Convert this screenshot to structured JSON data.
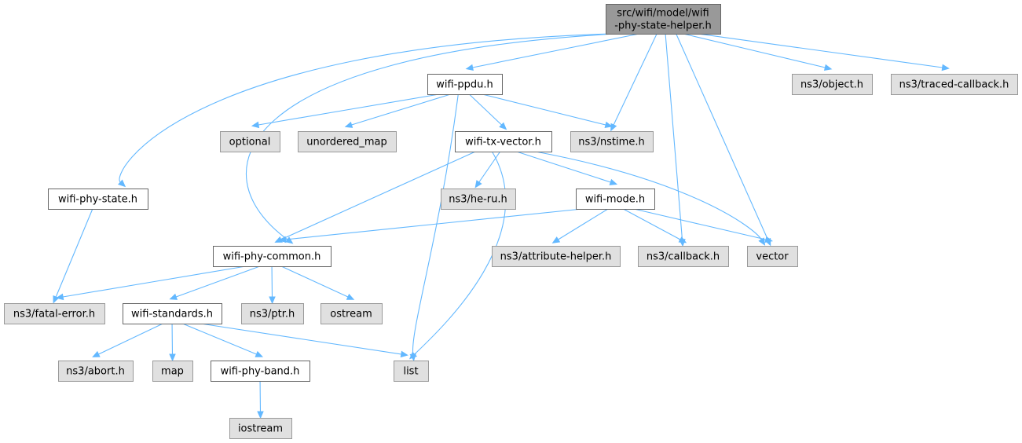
{
  "diagram": {
    "nodes": [
      {
        "id": "root",
        "style": "root",
        "lines": [
          "src/wifi/model/wifi",
          "-phy-state-helper.h"
        ]
      },
      {
        "id": "wifi-ppdu",
        "style": "local",
        "lines": [
          "wifi-ppdu.h"
        ]
      },
      {
        "id": "ns3-object",
        "style": "ext",
        "lines": [
          "ns3/object.h"
        ]
      },
      {
        "id": "ns3-traced-callback",
        "style": "ext",
        "lines": [
          "ns3/traced-callback.h"
        ]
      },
      {
        "id": "optional",
        "style": "ext",
        "lines": [
          "optional"
        ]
      },
      {
        "id": "unordered-map",
        "style": "ext",
        "lines": [
          "unordered_map"
        ]
      },
      {
        "id": "wifi-tx-vector",
        "style": "local",
        "lines": [
          "wifi-tx-vector.h"
        ]
      },
      {
        "id": "ns3-nstime",
        "style": "ext",
        "lines": [
          "ns3/nstime.h"
        ]
      },
      {
        "id": "wifi-phy-state",
        "style": "local",
        "lines": [
          "wifi-phy-state.h"
        ]
      },
      {
        "id": "ns3-he-ru",
        "style": "ext",
        "lines": [
          "ns3/he-ru.h"
        ]
      },
      {
        "id": "wifi-mode",
        "style": "local",
        "lines": [
          "wifi-mode.h"
        ]
      },
      {
        "id": "wifi-phy-common",
        "style": "local",
        "lines": [
          "wifi-phy-common.h"
        ]
      },
      {
        "id": "ns3-attribute-helper",
        "style": "ext",
        "lines": [
          "ns3/attribute-helper.h"
        ]
      },
      {
        "id": "ns3-callback",
        "style": "ext",
        "lines": [
          "ns3/callback.h"
        ]
      },
      {
        "id": "vector",
        "style": "ext",
        "lines": [
          "vector"
        ]
      },
      {
        "id": "ns3-fatal-error",
        "style": "ext",
        "lines": [
          "ns3/fatal-error.h"
        ]
      },
      {
        "id": "wifi-standards",
        "style": "local",
        "lines": [
          "wifi-standards.h"
        ]
      },
      {
        "id": "ns3-ptr",
        "style": "ext",
        "lines": [
          "ns3/ptr.h"
        ]
      },
      {
        "id": "ostream",
        "style": "ext",
        "lines": [
          "ostream"
        ]
      },
      {
        "id": "ns3-abort",
        "style": "ext",
        "lines": [
          "ns3/abort.h"
        ]
      },
      {
        "id": "map",
        "style": "ext",
        "lines": [
          "map"
        ]
      },
      {
        "id": "wifi-phy-band",
        "style": "local",
        "lines": [
          "wifi-phy-band.h"
        ]
      },
      {
        "id": "list",
        "style": "ext",
        "lines": [
          "list"
        ]
      },
      {
        "id": "iostream",
        "style": "ext",
        "lines": [
          "iostream"
        ]
      }
    ],
    "edges": [
      {
        "from": "root",
        "to": "wifi-ppdu"
      },
      {
        "from": "root",
        "to": "ns3-object"
      },
      {
        "from": "root",
        "to": "ns3-traced-callback"
      },
      {
        "from": "root",
        "to": "ns3-nstime"
      },
      {
        "from": "root",
        "to": "ns3-callback"
      },
      {
        "from": "root",
        "to": "vector"
      },
      {
        "from": "root",
        "to": "wifi-phy-state"
      },
      {
        "from": "root",
        "to": "wifi-phy-common"
      },
      {
        "from": "wifi-ppdu",
        "to": "optional"
      },
      {
        "from": "wifi-ppdu",
        "to": "unordered-map"
      },
      {
        "from": "wifi-ppdu",
        "to": "wifi-tx-vector"
      },
      {
        "from": "wifi-ppdu",
        "to": "ns3-nstime"
      },
      {
        "from": "wifi-ppdu",
        "to": "list"
      },
      {
        "from": "wifi-tx-vector",
        "to": "ns3-he-ru"
      },
      {
        "from": "wifi-tx-vector",
        "to": "wifi-mode"
      },
      {
        "from": "wifi-tx-vector",
        "to": "wifi-phy-common"
      },
      {
        "from": "wifi-tx-vector",
        "to": "vector"
      },
      {
        "from": "wifi-tx-vector",
        "to": "list"
      },
      {
        "from": "wifi-mode",
        "to": "wifi-phy-common"
      },
      {
        "from": "wifi-mode",
        "to": "ns3-attribute-helper"
      },
      {
        "from": "wifi-mode",
        "to": "ns3-callback"
      },
      {
        "from": "wifi-mode",
        "to": "vector"
      },
      {
        "from": "wifi-phy-state",
        "to": "ns3-fatal-error"
      },
      {
        "from": "wifi-phy-common",
        "to": "ns3-fatal-error"
      },
      {
        "from": "wifi-phy-common",
        "to": "wifi-standards"
      },
      {
        "from": "wifi-phy-common",
        "to": "ns3-ptr"
      },
      {
        "from": "wifi-phy-common",
        "to": "ostream"
      },
      {
        "from": "wifi-standards",
        "to": "ns3-abort"
      },
      {
        "from": "wifi-standards",
        "to": "map"
      },
      {
        "from": "wifi-standards",
        "to": "wifi-phy-band"
      },
      {
        "from": "wifi-standards",
        "to": "list"
      },
      {
        "from": "wifi-phy-band",
        "to": "iostream"
      }
    ]
  },
  "colors": {
    "edge": "#63b8ff",
    "root_fill": "#999999",
    "local_fill": "#ffffff",
    "external_fill": "#e0e0e0"
  }
}
